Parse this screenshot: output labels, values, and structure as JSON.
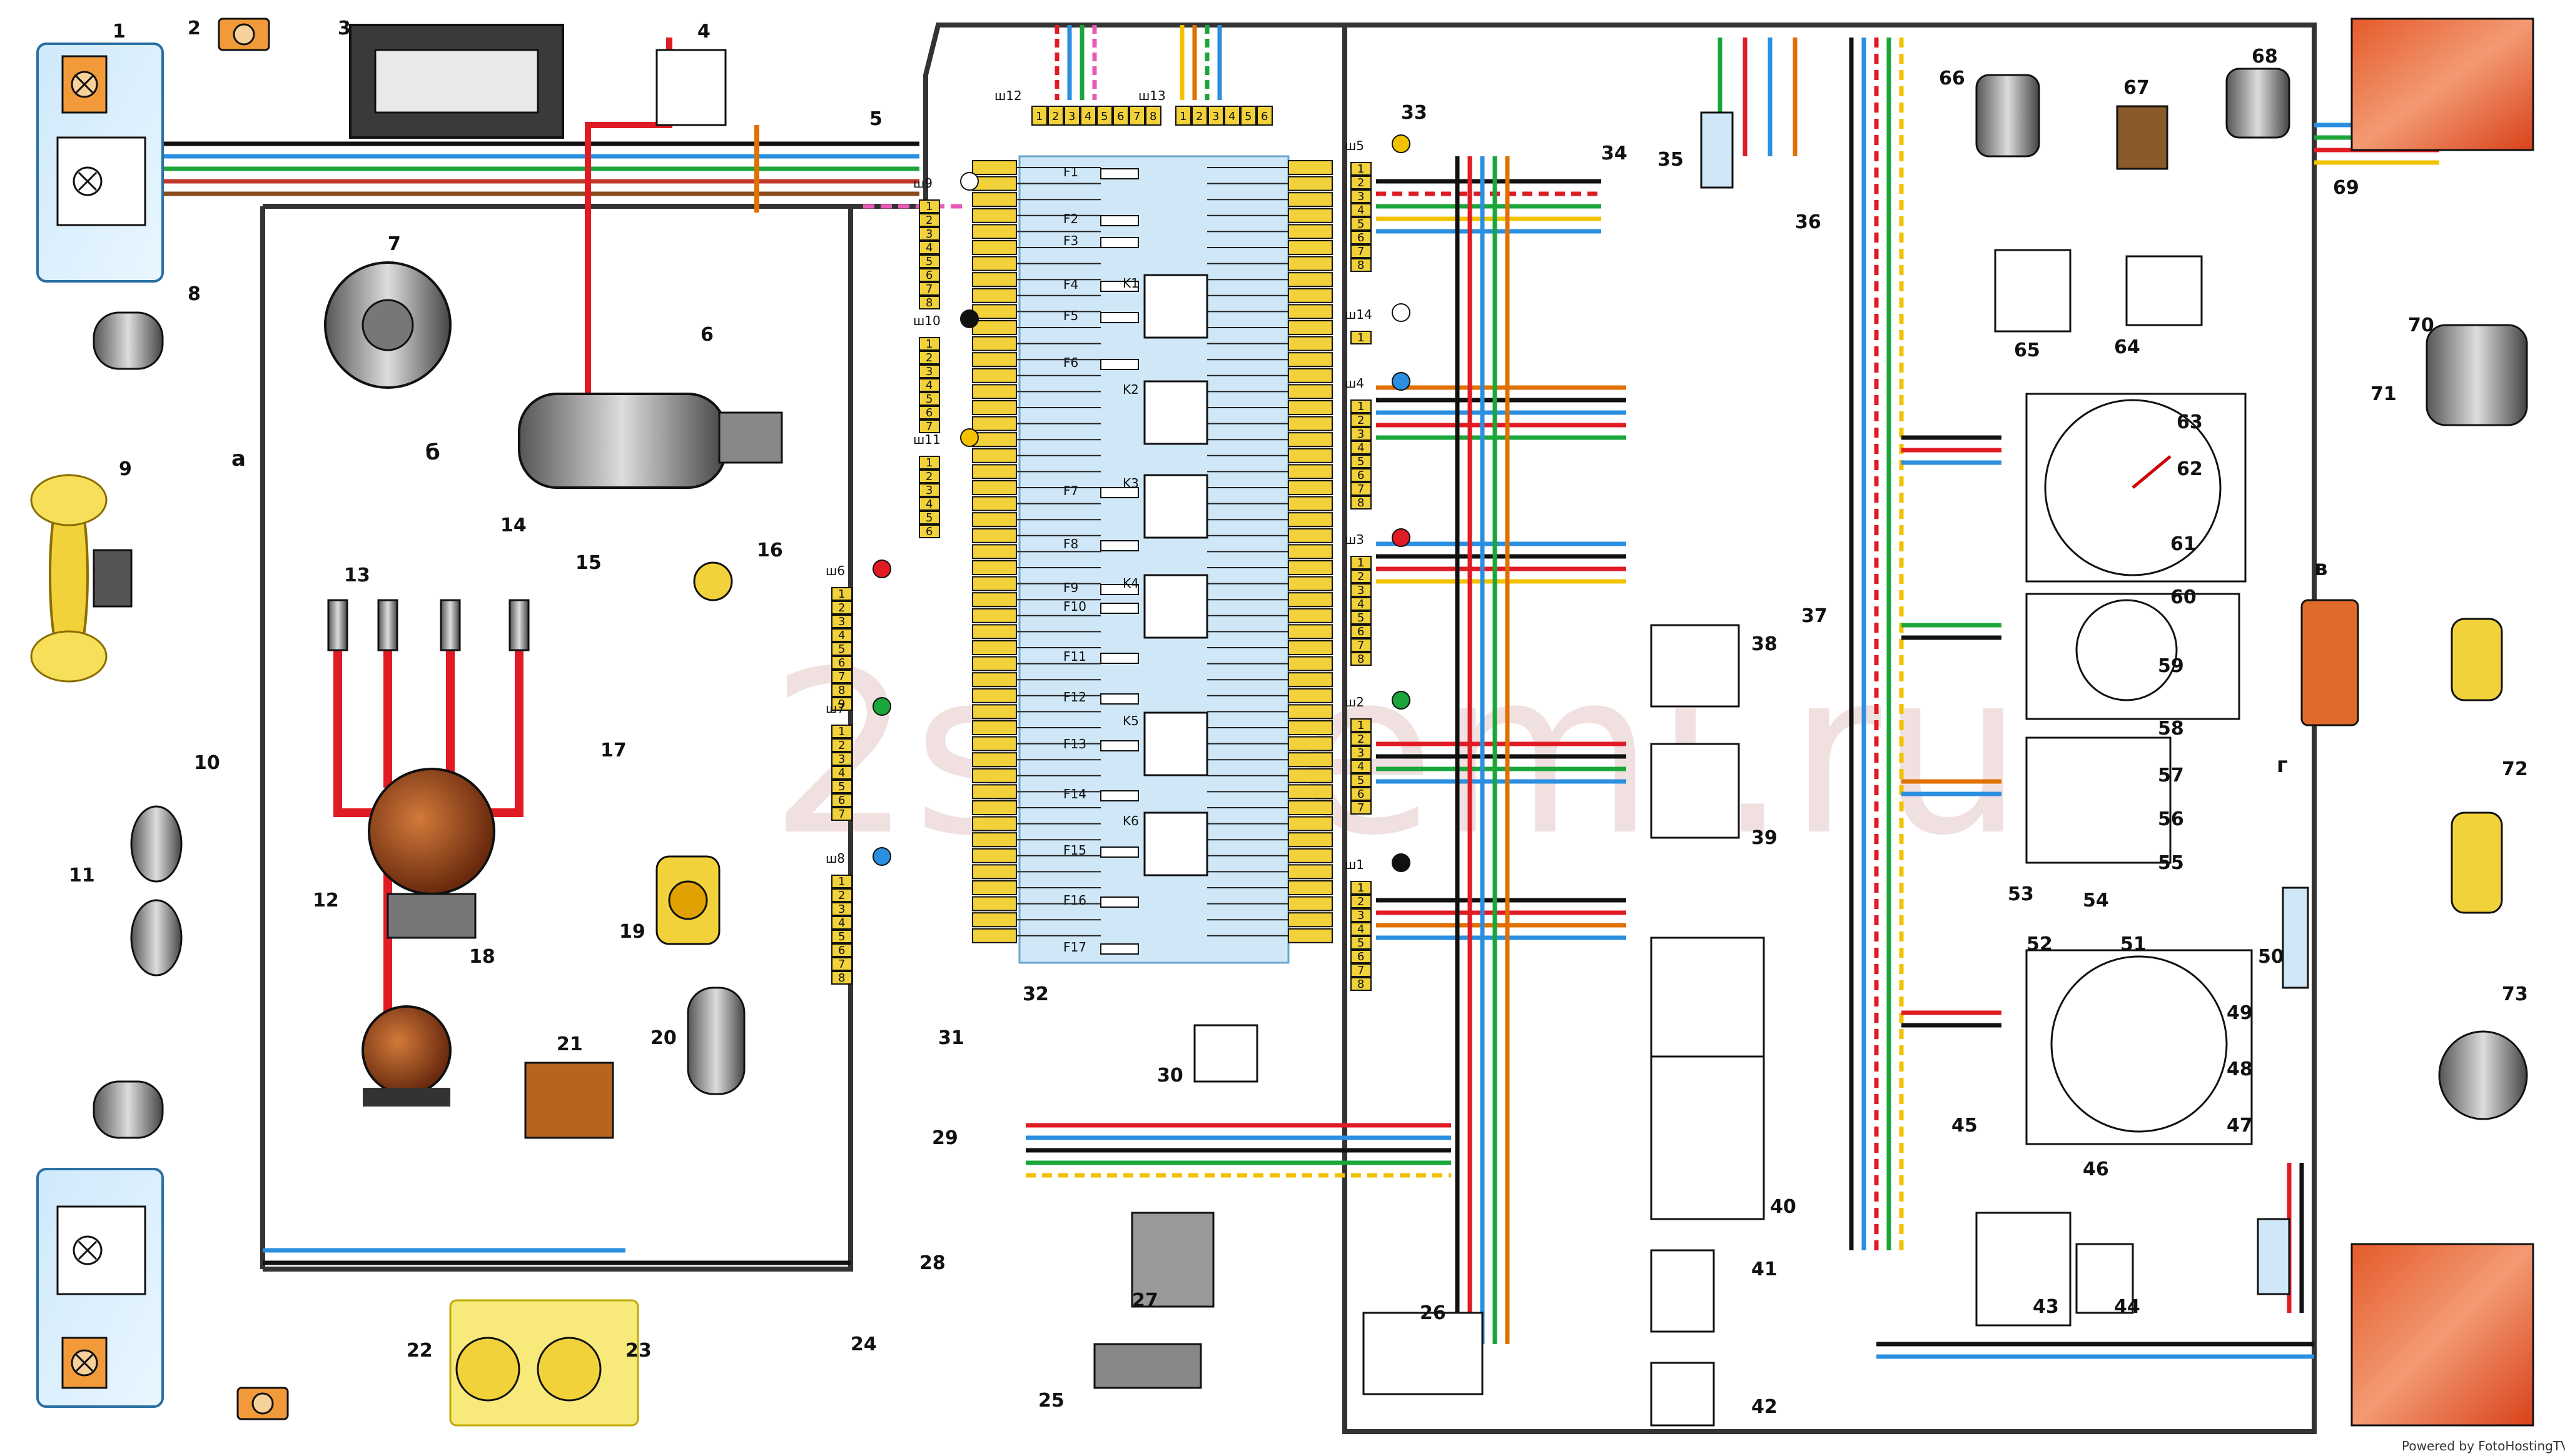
{
  "diagram": {
    "watermark": "2schemi.ru",
    "footer": "Powered by FotoHostingTV.RU",
    "fuse_box_label": "32",
    "fuses": [
      "F1",
      "F2",
      "F3",
      "F4",
      "F5",
      "F6",
      "F7",
      "F8",
      "F9",
      "F10",
      "F11",
      "F12",
      "F13",
      "F14",
      "F15",
      "F16",
      "F17"
    ],
    "relays": [
      "K1",
      "K2",
      "K3",
      "K4",
      "K5",
      "K6"
    ],
    "connectors": [
      {
        "id": "ш1",
        "color": "#111111"
      },
      {
        "id": "ш2",
        "color": "#1aa63a"
      },
      {
        "id": "ш3",
        "color": "#e01b24"
      },
      {
        "id": "ш4",
        "color": "#2a8fe0"
      },
      {
        "id": "ш5",
        "color": "#f2c200"
      },
      {
        "id": "ш6",
        "color": "#e01b24"
      },
      {
        "id": "ш7",
        "color": "#1aa63a"
      },
      {
        "id": "ш8",
        "color": "#2a8fe0"
      },
      {
        "id": "ш9",
        "color": "#ffffff"
      },
      {
        "id": "ш10",
        "color": "#111111"
      },
      {
        "id": "ш11",
        "color": "#f2c200"
      },
      {
        "id": "ш12",
        "color": "#ffffff"
      },
      {
        "id": "ш13",
        "color": "#ffffff"
      },
      {
        "id": "ш14",
        "color": "#ffffff"
      }
    ],
    "letters": [
      "а",
      "б",
      "в",
      "г"
    ],
    "components": [
      "1",
      "2",
      "3",
      "4",
      "5",
      "6",
      "7",
      "8",
      "9",
      "10",
      "11",
      "12",
      "13",
      "14",
      "15",
      "16",
      "17",
      "18",
      "19",
      "20",
      "21",
      "22",
      "23",
      "24",
      "25",
      "26",
      "27",
      "28",
      "29",
      "30",
      "31",
      "32",
      "33",
      "34",
      "35",
      "36",
      "37",
      "38",
      "39",
      "40",
      "41",
      "42",
      "43",
      "44",
      "45",
      "46",
      "47",
      "48",
      "49",
      "50",
      "51",
      "52",
      "53",
      "54",
      "55",
      "56",
      "57",
      "58",
      "59",
      "60",
      "61",
      "62",
      "63",
      "64",
      "65",
      "66",
      "67",
      "68",
      "69",
      "70",
      "71",
      "72",
      "73"
    ]
  }
}
